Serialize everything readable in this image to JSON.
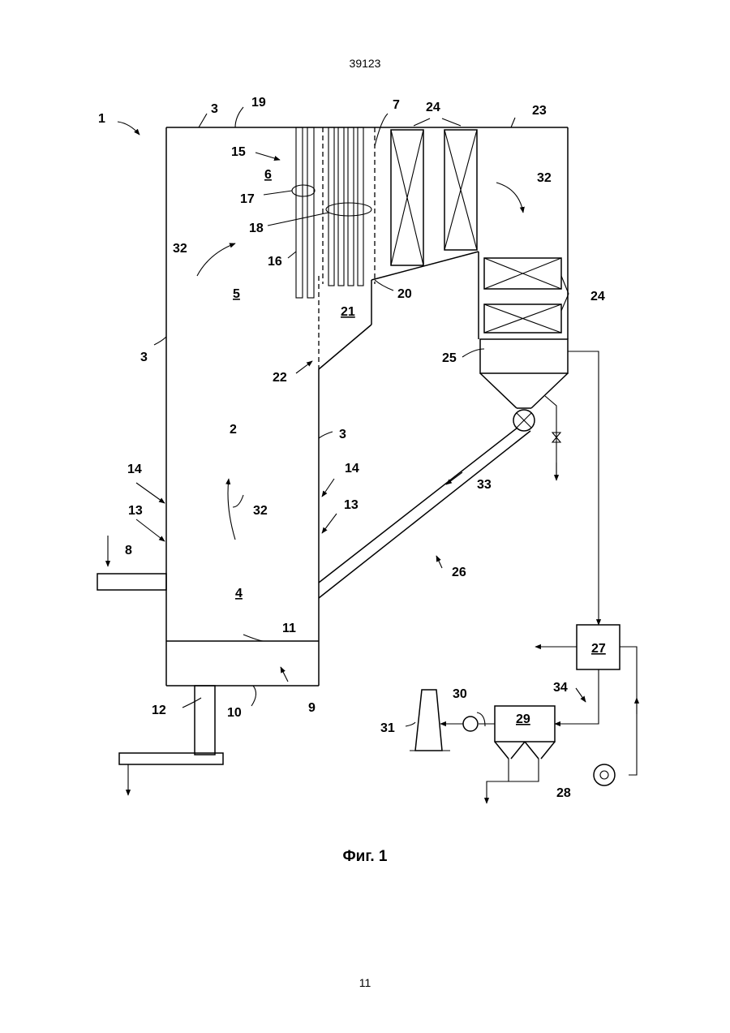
{
  "header": {
    "doc_number": "39123"
  },
  "footer": {
    "page_number": "11"
  },
  "figure": {
    "caption": "Фиг. 1",
    "labels": {
      "l1": "1",
      "l2": "2",
      "l3": "3",
      "l4": "4",
      "l5": "5",
      "l6": "6",
      "l7": "7",
      "l8": "8",
      "l9": "9",
      "l10": "10",
      "l11": "11",
      "l12": "12",
      "l13": "13",
      "l14": "14",
      "l15": "15",
      "l16": "16",
      "l17": "17",
      "l18": "18",
      "l19": "19",
      "l20": "20",
      "l21": "21",
      "l22": "22",
      "l23": "23",
      "l24": "24",
      "l25": "25",
      "l26": "26",
      "l27": "27",
      "l28": "28",
      "l29": "29",
      "l30": "30",
      "l31": "31",
      "l32": "32",
      "l33": "33",
      "l34": "34"
    }
  }
}
